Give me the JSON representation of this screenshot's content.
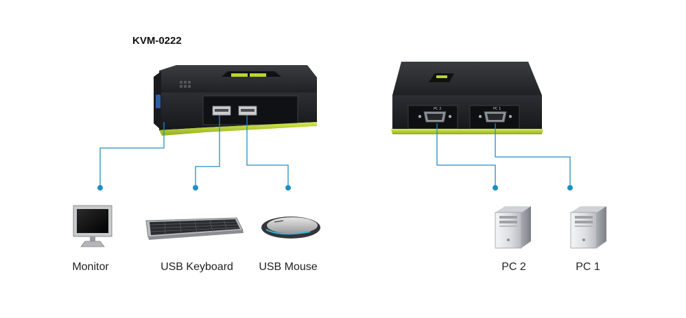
{
  "title": "KVM-0222",
  "left_device": {
    "name": "kvm-front",
    "ports": [
      "usb-port",
      "usb-port",
      "vga-port-side"
    ]
  },
  "right_device": {
    "port_labels": [
      "PC 2",
      "PC 1"
    ]
  },
  "peripherals": [
    {
      "key": "monitor",
      "label": "Monitor",
      "icon": "monitor-icon"
    },
    {
      "key": "keyboard",
      "label": "USB Keyboard",
      "icon": "keyboard-icon"
    },
    {
      "key": "mouse",
      "label": "USB Mouse",
      "icon": "mouse-icon"
    },
    {
      "key": "pc2",
      "label": "PC 2",
      "icon": "pc-tower-icon"
    },
    {
      "key": "pc1",
      "label": "PC 1",
      "icon": "pc-tower-icon"
    }
  ],
  "colors": {
    "connector_line": "#1e8fc4",
    "device_body": "#2b2d31",
    "accent_lime": "#b9d531",
    "pc_case": "#e8eaec"
  }
}
